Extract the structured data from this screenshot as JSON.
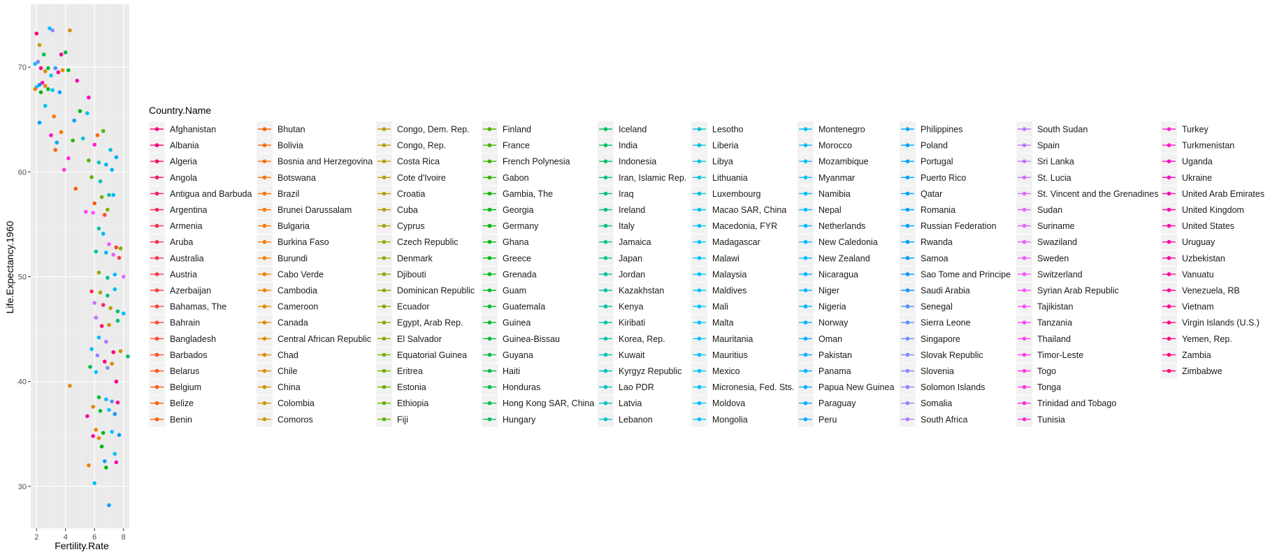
{
  "chart_data": {
    "type": "scatter",
    "xlabel": "Fertility.Rate",
    "ylabel": "Life.Expectancy.1960",
    "xlim": [
      1.6,
      8.4
    ],
    "ylim": [
      26,
      76
    ],
    "x_ticks": [
      2,
      4,
      6,
      8
    ],
    "y_ticks": [
      30,
      40,
      50,
      60,
      70
    ],
    "x_tick_labels": [
      "2",
      "4",
      "6",
      "8"
    ],
    "y_tick_labels": [
      "30",
      "40",
      "50",
      "60",
      "70"
    ],
    "grid": true,
    "legend": {
      "title": "Country.Name",
      "position": "right",
      "columns": 11,
      "entries": [
        "Afghanistan",
        "Albania",
        "Algeria",
        "Angola",
        "Antigua and Barbuda",
        "Argentina",
        "Armenia",
        "Aruba",
        "Australia",
        "Austria",
        "Azerbaijan",
        "Bahamas, The",
        "Bahrain",
        "Bangladesh",
        "Barbados",
        "Belarus",
        "Belgium",
        "Belize",
        "Benin",
        "Bhutan",
        "Bolivia",
        "Bosnia and Herzegovina",
        "Botswana",
        "Brazil",
        "Brunei Darussalam",
        "Bulgaria",
        "Burkina Faso",
        "Burundi",
        "Cabo Verde",
        "Cambodia",
        "Cameroon",
        "Canada",
        "Central African Republic",
        "Chad",
        "Chile",
        "China",
        "Colombia",
        "Comoros",
        "Congo, Dem. Rep.",
        "Congo, Rep.",
        "Costa Rica",
        "Cote d'Ivoire",
        "Croatia",
        "Cuba",
        "Cyprus",
        "Czech Republic",
        "Denmark",
        "Djibouti",
        "Dominican Republic",
        "Ecuador",
        "Egypt, Arab Rep.",
        "El Salvador",
        "Equatorial Guinea",
        "Eritrea",
        "Estonia",
        "Ethiopia",
        "Fiji",
        "Finland",
        "France",
        "French Polynesia",
        "Gabon",
        "Gambia, The",
        "Georgia",
        "Germany",
        "Ghana",
        "Greece",
        "Grenada",
        "Guam",
        "Guatemala",
        "Guinea",
        "Guinea-Bissau",
        "Guyana",
        "Haiti",
        "Honduras",
        "Hong Kong SAR, China",
        "Hungary",
        "Iceland",
        "India",
        "Indonesia",
        "Iran, Islamic Rep.",
        "Iraq",
        "Ireland",
        "Italy",
        "Jamaica",
        "Japan",
        "Jordan",
        "Kazakhstan",
        "Kenya",
        "Kiribati",
        "Korea, Rep.",
        "Kuwait",
        "Kyrgyz Republic",
        "Lao PDR",
        "Latvia",
        "Lebanon",
        "Lesotho",
        "Liberia",
        "Libya",
        "Lithuania",
        "Luxembourg",
        "Macao SAR, China",
        "Macedonia, FYR",
        "Madagascar",
        "Malawi",
        "Malaysia",
        "Maldives",
        "Mali",
        "Malta",
        "Mauritania",
        "Mauritius",
        "Mexico",
        "Micronesia, Fed. Sts.",
        "Moldova",
        "Mongolia",
        "Montenegro",
        "Morocco",
        "Mozambique",
        "Myanmar",
        "Namibia",
        "Nepal",
        "Netherlands",
        "New Caledonia",
        "New Zealand",
        "Nicaragua",
        "Niger",
        "Nigeria",
        "Norway",
        "Oman",
        "Pakistan",
        "Panama",
        "Papua New Guinea",
        "Paraguay",
        "Peru",
        "Philippines",
        "Poland",
        "Portugal",
        "Puerto Rico",
        "Qatar",
        "Romania",
        "Russian Federation",
        "Rwanda",
        "Samoa",
        "Sao Tome and Principe",
        "Saudi Arabia",
        "Senegal",
        "Sierra Leone",
        "Singapore",
        "Slovak Republic",
        "Slovenia",
        "Solomon Islands",
        "Somalia",
        "South Africa",
        "South Sudan",
        "Spain",
        "Sri Lanka",
        "St. Lucia",
        "St. Vincent and the Grenadines",
        "Sudan",
        "Suriname",
        "Swaziland",
        "Sweden",
        "Switzerland",
        "Syrian Arab Republic",
        "Tajikistan",
        "Tanzania",
        "Thailand",
        "Timor-Leste",
        "Togo",
        "Tonga",
        "Trinidad and Tobago",
        "Tunisia",
        "Turkey",
        "Turkmenistan",
        "Uganda",
        "Ukraine",
        "United Arab Emirates",
        "United Kingdom",
        "United States",
        "Uruguay",
        "Uzbekistan",
        "Vanuatu",
        "Venezuela, RB",
        "Vietnam",
        "Virgin Islands (U.S.)",
        "Yemen, Rep.",
        "Zambia",
        "Zimbabwe"
      ]
    },
    "points": [
      [
        2.0,
        73.2
      ],
      [
        2.2,
        72.1
      ],
      [
        2.5,
        71.2
      ],
      [
        2.9,
        73.7
      ],
      [
        3.1,
        73.5
      ],
      [
        3.7,
        71.2
      ],
      [
        4.3,
        73.5
      ],
      [
        4.0,
        71.4
      ],
      [
        1.9,
        70.3
      ],
      [
        2.1,
        70.5
      ],
      [
        2.3,
        69.9
      ],
      [
        2.6,
        69.6
      ],
      [
        2.8,
        69.9
      ],
      [
        3.0,
        69.2
      ],
      [
        3.3,
        69.9
      ],
      [
        3.5,
        69.5
      ],
      [
        3.8,
        69.7
      ],
      [
        4.2,
        69.7
      ],
      [
        2.0,
        68.1
      ],
      [
        2.2,
        68.3
      ],
      [
        2.4,
        68.5
      ],
      [
        2.6,
        68.2
      ],
      [
        2.8,
        67.9
      ],
      [
        3.1,
        67.8
      ],
      [
        3.6,
        67.6
      ],
      [
        4.8,
        68.7
      ],
      [
        1.9,
        67.9
      ],
      [
        2.3,
        67.6
      ],
      [
        2.6,
        66.3
      ],
      [
        2.2,
        64.7
      ],
      [
        5.6,
        67.1
      ],
      [
        3.2,
        65.3
      ],
      [
        5.0,
        65.8
      ],
      [
        5.5,
        65.6
      ],
      [
        4.6,
        64.9
      ],
      [
        3.0,
        63.5
      ],
      [
        3.7,
        63.8
      ],
      [
        4.5,
        63.0
      ],
      [
        5.2,
        63.2
      ],
      [
        3.4,
        62.8
      ],
      [
        6.0,
        62.6
      ],
      [
        6.2,
        63.5
      ],
      [
        6.6,
        63.9
      ],
      [
        7.1,
        62.1
      ],
      [
        7.5,
        61.4
      ],
      [
        4.2,
        61.3
      ],
      [
        3.3,
        62.1
      ],
      [
        5.6,
        61.1
      ],
      [
        6.3,
        60.9
      ],
      [
        6.8,
        60.7
      ],
      [
        3.9,
        60.2
      ],
      [
        4.7,
        58.4
      ],
      [
        5.8,
        59.5
      ],
      [
        6.4,
        59.1
      ],
      [
        7.2,
        60.2
      ],
      [
        5.4,
        56.2
      ],
      [
        6.0,
        57.0
      ],
      [
        6.5,
        57.6
      ],
      [
        7.0,
        57.8
      ],
      [
        7.3,
        57.8
      ],
      [
        5.9,
        56.1
      ],
      [
        6.7,
        55.9
      ],
      [
        6.9,
        56.4
      ],
      [
        6.3,
        54.6
      ],
      [
        6.6,
        54.1
      ],
      [
        7.0,
        53.1
      ],
      [
        7.5,
        52.8
      ],
      [
        7.8,
        52.7
      ],
      [
        6.1,
        52.4
      ],
      [
        6.8,
        52.3
      ],
      [
        7.3,
        52.1
      ],
      [
        7.7,
        51.8
      ],
      [
        6.3,
        50.4
      ],
      [
        6.9,
        49.9
      ],
      [
        7.4,
        50.2
      ],
      [
        8.0,
        50.0
      ],
      [
        5.8,
        48.6
      ],
      [
        6.4,
        48.5
      ],
      [
        6.9,
        48.2
      ],
      [
        7.4,
        48.8
      ],
      [
        6.0,
        47.5
      ],
      [
        6.6,
        47.3
      ],
      [
        7.1,
        47.0
      ],
      [
        7.6,
        46.7
      ],
      [
        8.0,
        46.5
      ],
      [
        6.1,
        46.1
      ],
      [
        6.5,
        45.3
      ],
      [
        7.0,
        45.4
      ],
      [
        7.6,
        45.8
      ],
      [
        6.3,
        44.2
      ],
      [
        6.8,
        43.8
      ],
      [
        7.3,
        42.8
      ],
      [
        7.8,
        42.9
      ],
      [
        8.3,
        42.4
      ],
      [
        5.8,
        43.1
      ],
      [
        6.2,
        42.5
      ],
      [
        6.7,
        41.9
      ],
      [
        7.2,
        41.7
      ],
      [
        5.7,
        41.4
      ],
      [
        6.1,
        40.9
      ],
      [
        6.9,
        41.3
      ],
      [
        7.5,
        40.0
      ],
      [
        4.3,
        39.6
      ],
      [
        6.3,
        38.5
      ],
      [
        6.8,
        38.3
      ],
      [
        7.2,
        38.1
      ],
      [
        7.6,
        38.0
      ],
      [
        5.9,
        37.6
      ],
      [
        6.4,
        37.2
      ],
      [
        7.0,
        37.3
      ],
      [
        7.4,
        36.9
      ],
      [
        5.5,
        36.7
      ],
      [
        6.1,
        35.4
      ],
      [
        6.6,
        35.1
      ],
      [
        7.2,
        35.2
      ],
      [
        7.7,
        34.9
      ],
      [
        5.9,
        34.8
      ],
      [
        6.3,
        34.6
      ],
      [
        6.5,
        33.8
      ],
      [
        7.4,
        33.1
      ],
      [
        6.7,
        32.4
      ],
      [
        7.5,
        32.3
      ],
      [
        5.6,
        32.0
      ],
      [
        6.8,
        31.8
      ],
      [
        6.0,
        30.3
      ],
      [
        7.0,
        28.2
      ]
    ]
  }
}
